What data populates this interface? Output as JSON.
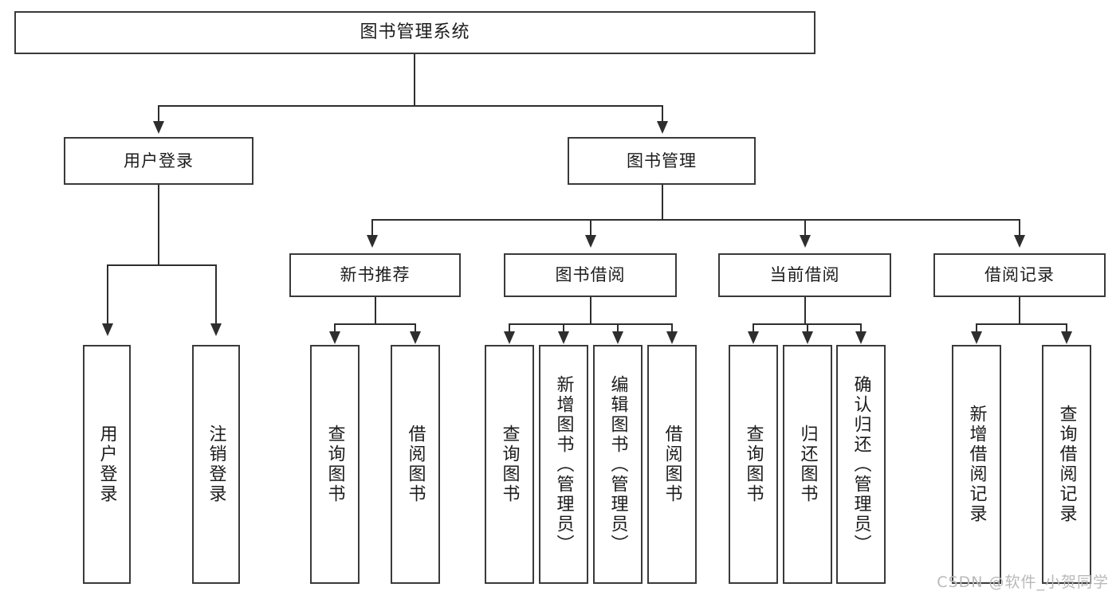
{
  "diagram": {
    "title": "图书管理系统",
    "type": "tree",
    "watermark": "CSDN @软件_小贺同学",
    "colors": {
      "box_border": "#3a3a3a",
      "connector": "#2e2e2e",
      "text": "#1c1c1c",
      "background": "#ffffff",
      "watermark": "#b9b9b9"
    },
    "nodes": {
      "root": {
        "label": "图书管理系统",
        "level": 0
      },
      "level1": [
        {
          "id": "user-login",
          "label": "用户登录"
        },
        {
          "id": "book-manage",
          "label": "图书管理"
        }
      ],
      "level2": [
        {
          "id": "new-book-recommend",
          "label": "新书推荐",
          "parent": "book-manage"
        },
        {
          "id": "book-borrow",
          "label": "图书借阅",
          "parent": "book-manage"
        },
        {
          "id": "current-borrow",
          "label": "当前借阅",
          "parent": "book-manage"
        },
        {
          "id": "borrow-record",
          "label": "借阅记录",
          "parent": "book-manage"
        }
      ],
      "leaves": {
        "user-login": [
          {
            "id": "leaf-user-login",
            "label": "用户登录"
          },
          {
            "id": "leaf-user-logout",
            "label": "注销登录"
          }
        ],
        "new-book-recommend": [
          {
            "id": "leaf-query-book-1",
            "label": "查询图书"
          },
          {
            "id": "leaf-borrow-book-1",
            "label": "借阅图书"
          }
        ],
        "book-borrow": [
          {
            "id": "leaf-query-book-2",
            "label": "查询图书"
          },
          {
            "id": "leaf-add-book",
            "label": "新增图书（管理员）"
          },
          {
            "id": "leaf-edit-book",
            "label": "编辑图书（管理员）"
          },
          {
            "id": "leaf-borrow-book-2",
            "label": "借阅图书"
          }
        ],
        "current-borrow": [
          {
            "id": "leaf-query-book-3",
            "label": "查询图书"
          },
          {
            "id": "leaf-return-book",
            "label": "归还图书"
          },
          {
            "id": "leaf-confirm-return",
            "label": "确认归还（管理员）"
          }
        ],
        "borrow-record": [
          {
            "id": "leaf-add-record",
            "label": "新增借阅记录"
          },
          {
            "id": "leaf-query-record",
            "label": "查询借阅记录"
          }
        ]
      }
    }
  }
}
